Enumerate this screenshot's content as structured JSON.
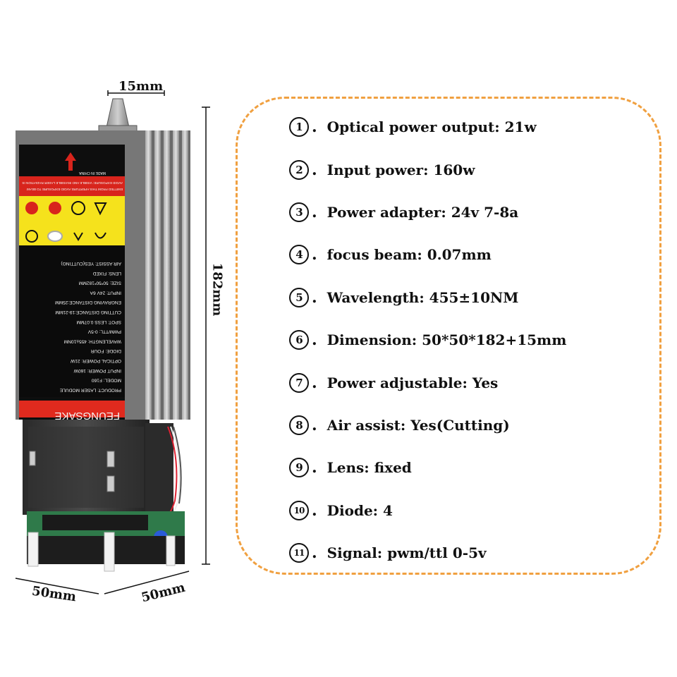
{
  "dimensions": {
    "top": "15mm",
    "height": "182mm",
    "bottom_left": "50mm",
    "bottom_right": "50mm"
  },
  "specs": [
    {
      "num": "1",
      "text": "Optical power output: 21w"
    },
    {
      "num": "2",
      "text": "Input power: 160w"
    },
    {
      "num": "3",
      "text": "Power adapter: 24v 7-8a"
    },
    {
      "num": "4",
      "text": "focus beam: 0.07mm"
    },
    {
      "num": "5",
      "text": "Wavelength: 455±10NM"
    },
    {
      "num": "6",
      "text": "Dimension: 50*50*182+15mm"
    },
    {
      "num": "7",
      "text": "Power adjustable: Yes"
    },
    {
      "num": "8",
      "text": "Air assist: Yes(Cutting)"
    },
    {
      "num": "9",
      "text": "Lens: fixed"
    },
    {
      "num": "10",
      "text": "Diode: 4"
    },
    {
      "num": "11",
      "text": "Signal: pwm/ttl 0-5v"
    }
  ],
  "module": {
    "brand": "FEUNGSAKE",
    "warning_top": "MADE IN CHINA",
    "warning_lines": [
      "AVOID EXPOSURE: VISIBLE AND INVISIBLE LASER RADIATION IS",
      "EMITTED FROM THIS APERTURE AVOID EXPOSURE TO BEAM"
    ],
    "label_lines": [
      "AIR ASSIST: YES(CUTTING)",
      "LENS: FIXED",
      "SIZE: 50*50*182MM",
      "INPUT: 24V 6A",
      "ENGRAVING DISTANCE:25MM",
      "CUTTING DISTANCE:19-21MM",
      "SPOT: LESS 0.07MM",
      "PWM/TTL: 0-5V",
      "WAVELENGTH: 455±10NM",
      "DIODE: FOUR",
      "OPTICAL POWER: 21W",
      "INPUT POWER: 160W",
      "MODEL: F160",
      "PRODUCT: LASER MODULE"
    ]
  },
  "colors": {
    "accent_border": "#f0a040",
    "text": "#111111",
    "label_red": "#d8241c",
    "label_yellow": "#f5e21c"
  }
}
